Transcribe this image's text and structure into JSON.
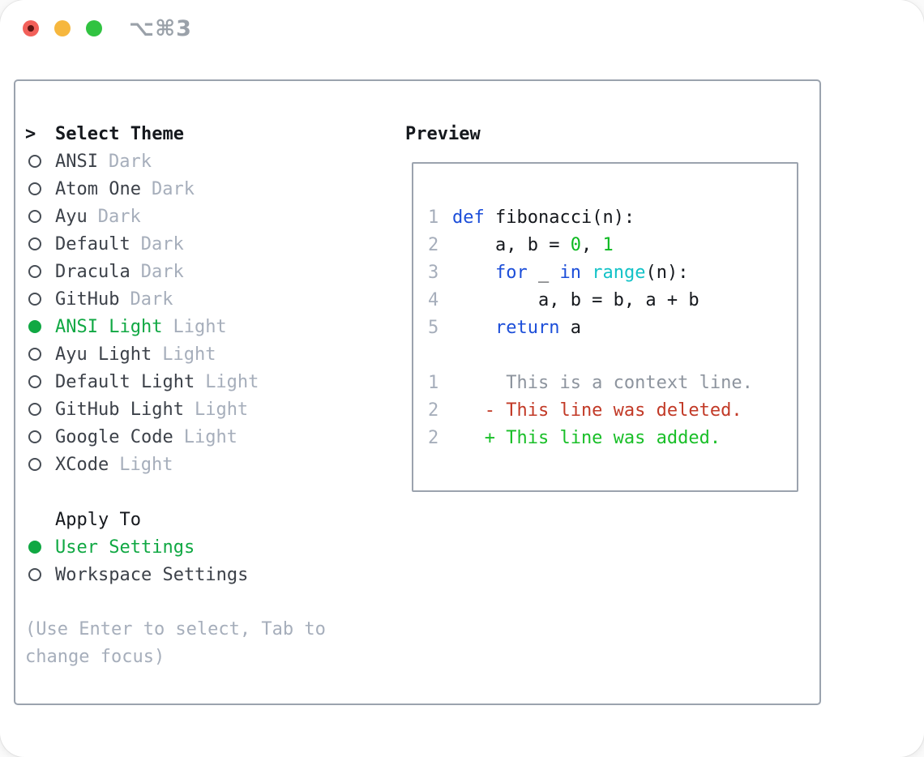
{
  "titlebar": {
    "shortcut_label": "⌥⌘3",
    "buttons": [
      "close",
      "minimize",
      "maximize"
    ]
  },
  "colors": {
    "accent_green": "#10a843",
    "added_green": "#19bf28",
    "deleted_red": "#c23a27",
    "keyword_blue": "#1c4ed9",
    "builtin_cyan": "#12c2c7",
    "number_green": "#0cb920",
    "context_gray": "#8d949e",
    "muted_gray": "#a6aebb",
    "item_text": "#3c4149",
    "heading_text": "#15181d",
    "border_gray": "#9ba3ae",
    "light_red": "#f2605a",
    "light_yellow": "#f6b73e",
    "light_green": "#31c341"
  },
  "theme_picker": {
    "header": {
      "marker": ">",
      "label": "Select Theme"
    },
    "items": [
      {
        "name": "ANSI",
        "tag": "Dark",
        "selected": false
      },
      {
        "name": "Atom One",
        "tag": "Dark",
        "selected": false
      },
      {
        "name": "Ayu",
        "tag": "Dark",
        "selected": false
      },
      {
        "name": "Default",
        "tag": "Dark",
        "selected": false
      },
      {
        "name": "Dracula",
        "tag": "Dark",
        "selected": false
      },
      {
        "name": "GitHub",
        "tag": "Dark",
        "selected": false
      },
      {
        "name": "ANSI Light",
        "tag": "Light",
        "selected": true
      },
      {
        "name": "Ayu Light",
        "tag": "Light",
        "selected": false
      },
      {
        "name": "Default Light",
        "tag": "Light",
        "selected": false
      },
      {
        "name": "GitHub Light",
        "tag": "Light",
        "selected": false
      },
      {
        "name": "Google Code",
        "tag": "Light",
        "selected": false
      },
      {
        "name": "XCode",
        "tag": "Light",
        "selected": false
      }
    ]
  },
  "apply_to": {
    "header": "Apply To",
    "options": [
      {
        "label": "User Settings",
        "selected": true
      },
      {
        "label": "Workspace Settings",
        "selected": false
      }
    ]
  },
  "hint": "(Use Enter to select, Tab to change focus)",
  "preview": {
    "title": "Preview",
    "code_lines": [
      {
        "num": "1",
        "tokens": [
          {
            "t": "def",
            "c": "kw"
          },
          {
            "t": " fibonacci(n):",
            "c": "pl"
          }
        ]
      },
      {
        "num": "2",
        "tokens": [
          {
            "t": "    a, b = ",
            "c": "pl"
          },
          {
            "t": "0",
            "c": "num"
          },
          {
            "t": ", ",
            "c": "pl"
          },
          {
            "t": "1",
            "c": "num"
          }
        ]
      },
      {
        "num": "3",
        "tokens": [
          {
            "t": "    ",
            "c": "pl"
          },
          {
            "t": "for",
            "c": "kw"
          },
          {
            "t": " _ ",
            "c": "pl"
          },
          {
            "t": "in",
            "c": "kw"
          },
          {
            "t": " ",
            "c": "pl"
          },
          {
            "t": "range",
            "c": "fn"
          },
          {
            "t": "(n):",
            "c": "pl"
          }
        ]
      },
      {
        "num": "4",
        "tokens": [
          {
            "t": "        a, b = b, a + b",
            "c": "pl"
          }
        ]
      },
      {
        "num": "5",
        "tokens": [
          {
            "t": "    ",
            "c": "pl"
          },
          {
            "t": "return",
            "c": "kw"
          },
          {
            "t": " a",
            "c": "pl"
          }
        ]
      }
    ],
    "diff_lines": [
      {
        "num": "1",
        "text": "     This is a context line.",
        "type": "context"
      },
      {
        "num": "2",
        "text": "   - This line was deleted.",
        "type": "deleted"
      },
      {
        "num": "2",
        "text": "   + This line was added.",
        "type": "added"
      }
    ]
  }
}
